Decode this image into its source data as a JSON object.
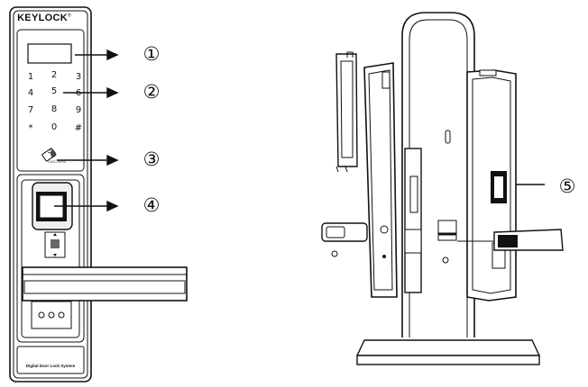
{
  "brand": "KEYLOCK",
  "brand_mark": "®",
  "keypad": {
    "rows": [
      [
        "1",
        "2",
        "3"
      ],
      [
        "4",
        "5",
        "6"
      ],
      [
        "7",
        "8",
        "9"
      ],
      [
        "*",
        "0",
        "#"
      ]
    ]
  },
  "card_label": "CARD HERE",
  "footer_text": "Digital Door Lock System",
  "callouts": [
    "①",
    "②",
    "③",
    "④",
    "⑤"
  ]
}
